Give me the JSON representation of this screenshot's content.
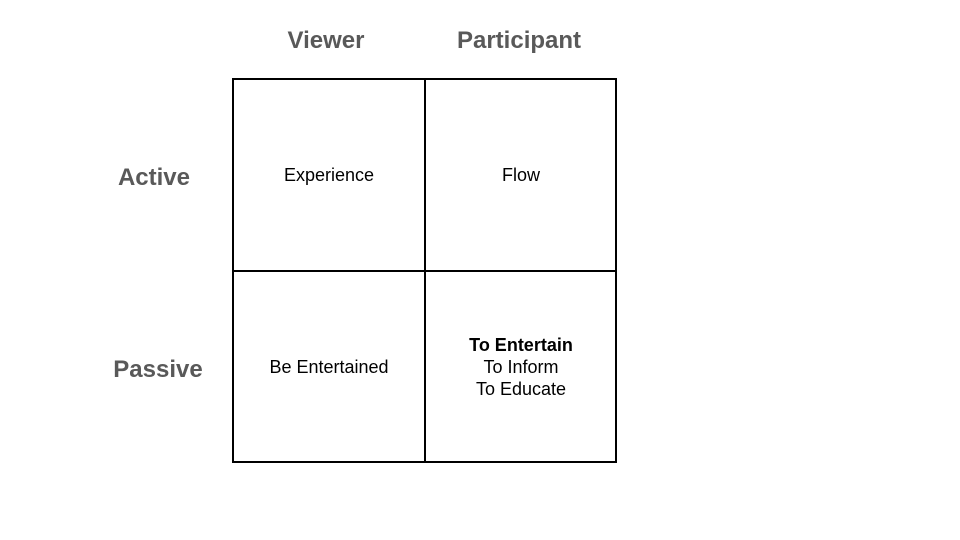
{
  "columns": {
    "viewer": "Viewer",
    "participant": "Participant"
  },
  "rows": {
    "active": "Active",
    "passive": "Passive"
  },
  "cells": {
    "active_viewer": "Experience",
    "active_participant": "Flow",
    "passive_viewer": "Be Entertained",
    "passive_participant": {
      "line1": "To Entertain",
      "line2": "To Inform",
      "line3": "To Educate"
    }
  }
}
